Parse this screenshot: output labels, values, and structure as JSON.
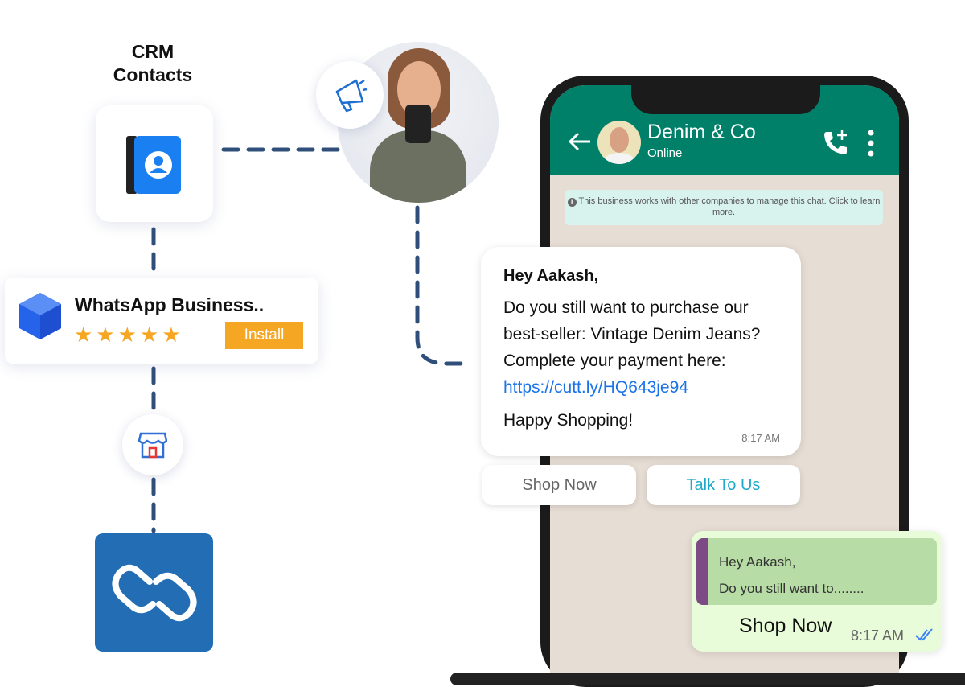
{
  "crm": {
    "title_line1": "CRM",
    "title_line2": "Contacts",
    "icon": "contact-book-icon"
  },
  "app_card": {
    "name": "WhatsApp Business..",
    "stars": "★★★★★",
    "rating": 5,
    "install_label": "Install",
    "icon": "cube-icon"
  },
  "store_icon": "store-icon",
  "zoho_icon": "zoho-logo-icon",
  "megaphone_icon": "megaphone-icon",
  "chat": {
    "contact_name": "Denim & Co",
    "status": "Online",
    "notice": "This business works with other companies to manage this chat. Click to learn more.",
    "message": {
      "greeting": "Hey Aakash,",
      "line1": "Do you still want to purchase our",
      "line2": "best-seller: Vintage Denim Jeans?",
      "line3": "Complete your payment here:",
      "link": "https://cutt.ly/HQ643je94",
      "closing": "Happy Shopping!",
      "time": "8:17 AM"
    },
    "buttons": [
      "Shop Now",
      "Talk To Us"
    ],
    "reply": {
      "quote_line1": "Hey Aakash,",
      "quote_line2": "Do you still want to........",
      "text": "Shop Now",
      "time": "8:17 AM",
      "status": "read"
    }
  },
  "colors": {
    "header": "#008069",
    "accent": "#f5a623",
    "link": "#1a73e8",
    "button_text": "#1fa9c9",
    "dash": "#2f4f7a"
  }
}
